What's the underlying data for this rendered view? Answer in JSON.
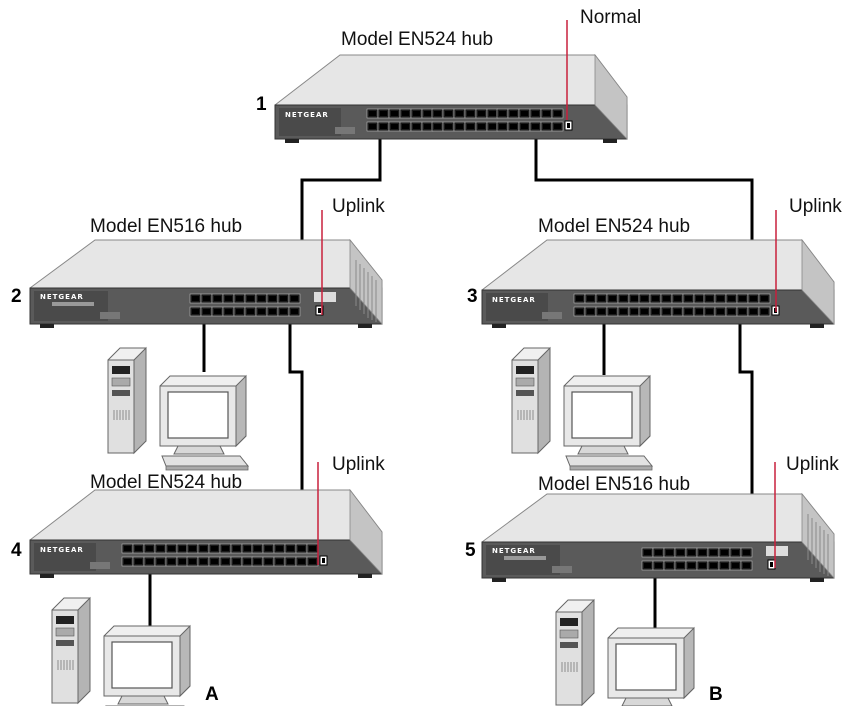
{
  "hubs": [
    {
      "number": "1",
      "model": "Model EN524 hub",
      "port_label": "Normal",
      "brand": "NETGEAR"
    },
    {
      "number": "2",
      "model": "Model EN516 hub",
      "port_label": "Uplink",
      "brand": "NETGEAR"
    },
    {
      "number": "3",
      "model": "Model EN524 hub",
      "port_label": "Uplink",
      "brand": "NETGEAR"
    },
    {
      "number": "4",
      "model": "Model EN524 hub",
      "port_label": "Uplink",
      "brand": "NETGEAR"
    },
    {
      "number": "5",
      "model": "Model EN516 hub",
      "port_label": "Uplink",
      "brand": "NETGEAR"
    }
  ],
  "computers": [
    {
      "label": "A"
    },
    {
      "label": "B"
    }
  ],
  "colors": {
    "callout": "#c8203c",
    "hub_top": "#e6e6e6",
    "hub_front": "#5a5a5a",
    "hub_side": "#c4c4c4",
    "cable": "#000000"
  }
}
